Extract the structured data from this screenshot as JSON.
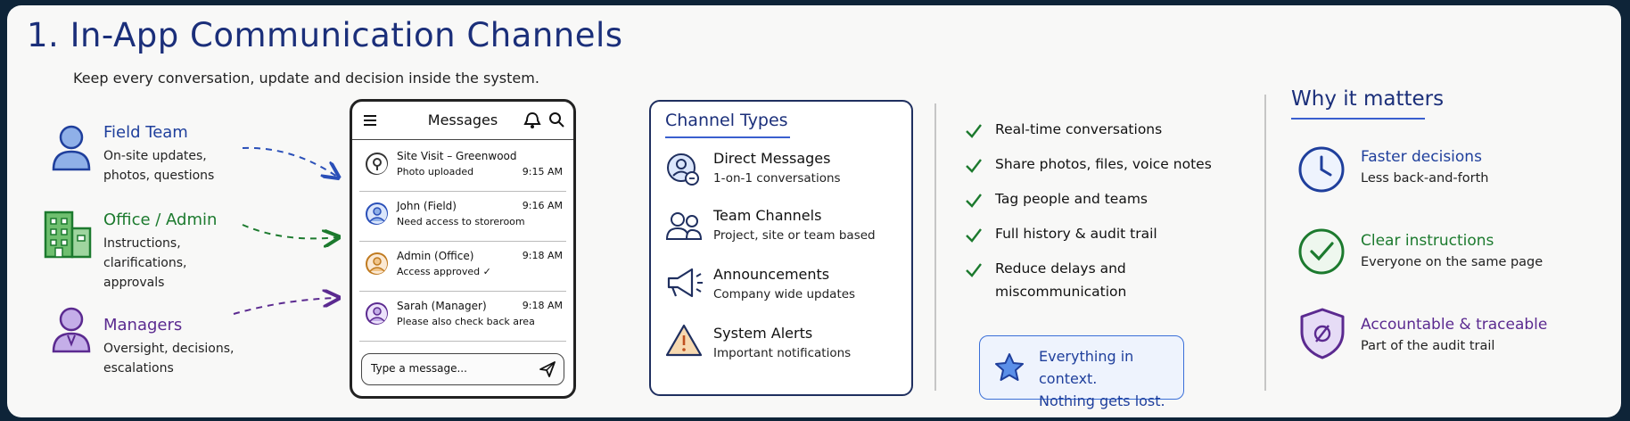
{
  "header": {
    "title": "1. In-App Communication Channels",
    "subtitle": "Keep every conversation, update and decision inside the system."
  },
  "actors": [
    {
      "name": "Field Team",
      "desc": [
        "On-site updates,",
        "photos, questions"
      ],
      "color": "#1f3f9c"
    },
    {
      "name": "Office / Admin",
      "desc": [
        "Instructions,",
        "clarifications,",
        "approvals"
      ],
      "color": "#1c7a2e"
    },
    {
      "name": "Managers",
      "desc": [
        "Oversight, decisions,",
        "escalations"
      ],
      "color": "#5b2a90"
    }
  ],
  "phone": {
    "title": "Messages",
    "messages": [
      {
        "name": "Site Visit – Greenwood",
        "preview": "Photo uploaded",
        "time": "9:15 AM"
      },
      {
        "name": "John (Field)",
        "preview": "Need access to storeroom",
        "time": "9:16 AM"
      },
      {
        "name": "Admin (Office)",
        "preview": "Access approved ✓",
        "time": "9:18 AM"
      },
      {
        "name": "Sarah (Manager)",
        "preview": "Please also check back area",
        "time": "9:18 AM"
      }
    ],
    "input_placeholder": "Type a message..."
  },
  "channel_types": {
    "title": "Channel Types",
    "items": [
      {
        "name": "Direct Messages",
        "desc": "1-on-1 conversations",
        "icon": "direct-message-icon"
      },
      {
        "name": "Team Channels",
        "desc": "Project, site or team based",
        "icon": "team-icon"
      },
      {
        "name": "Announcements",
        "desc": "Company wide updates",
        "icon": "megaphone-icon"
      },
      {
        "name": "System Alerts",
        "desc": "Important notifications",
        "icon": "warning-icon"
      }
    ]
  },
  "benefits": {
    "items": [
      [
        "Real-time conversations"
      ],
      [
        "Share photos, files, voice notes"
      ],
      [
        "Tag people and teams"
      ],
      [
        "Full history & audit trail"
      ],
      [
        "Reduce delays and",
        "miscommunication"
      ]
    ],
    "context_note": [
      "Everything in context.",
      "Nothing gets lost."
    ]
  },
  "why": {
    "title": "Why it matters",
    "items": [
      {
        "name": "Faster decisions",
        "desc": "Less back-and-forth",
        "icon": "clock-icon",
        "color": "#1f3f9c"
      },
      {
        "name": "Clear instructions",
        "desc": "Everyone on the same page",
        "icon": "check-circle-icon",
        "color": "#1c7a2e"
      },
      {
        "name": "Accountable & traceable",
        "desc": "Part of the audit trail",
        "icon": "shield-icon",
        "color": "#5b2a90"
      }
    ]
  }
}
